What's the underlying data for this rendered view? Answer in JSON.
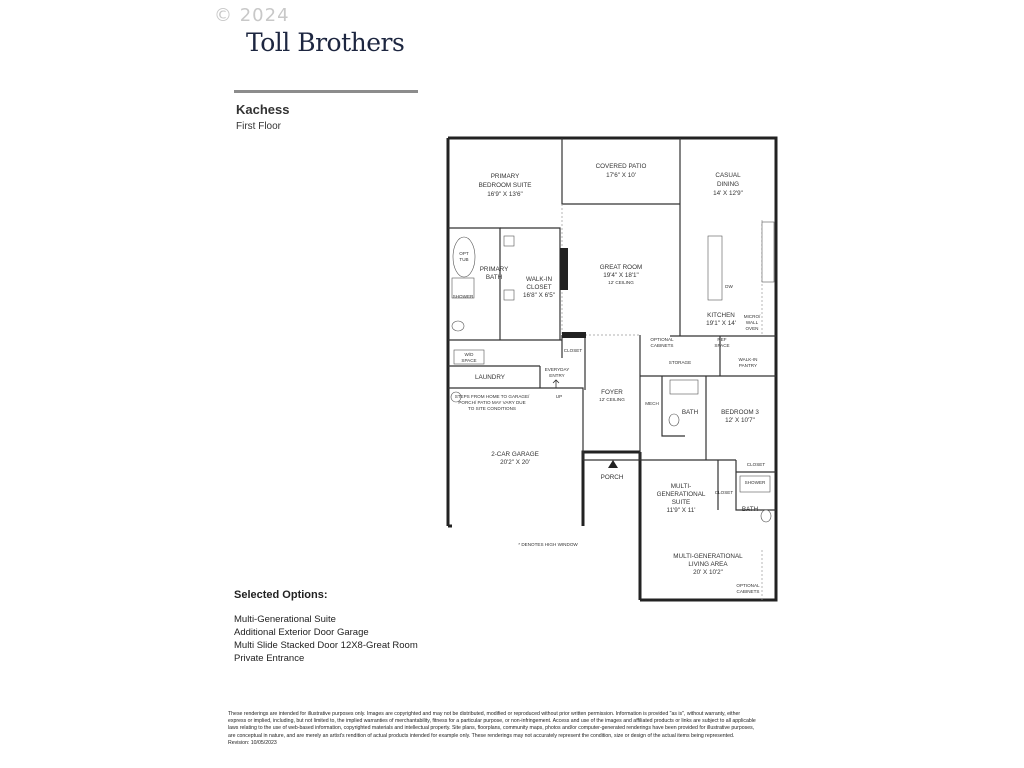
{
  "header": {
    "copyright": "© 2024",
    "brand": "Toll Brothers"
  },
  "plan": {
    "name": "Kachess",
    "floor": "First Floor"
  },
  "rooms": {
    "primary_suite": [
      "PRIMARY",
      "BEDROOM SUITE",
      "16'9\" X 13'6\""
    ],
    "covered_patio": [
      "COVERED PATIO",
      "17'6\" X 10'"
    ],
    "casual_dining": [
      "CASUAL",
      "DINING",
      "14' X 12'9\""
    ],
    "great_room": [
      "GREAT ROOM",
      "19'4\" X 18'1\"",
      "12' CEILING"
    ],
    "primary_bath": [
      "PRIMARY",
      "BATH"
    ],
    "walk_in_closet": [
      "WALK-IN",
      "CLOSET",
      "16'8\" X 6'5\""
    ],
    "kitchen": [
      "KITCHEN",
      "19'1\" X 14'"
    ],
    "micro_oven": [
      "MICRO/",
      "WALL",
      "OVEN"
    ],
    "dw": "DW",
    "ref_space": [
      "REF",
      "SPACE"
    ],
    "optional_cabinets": [
      "OPTIONAL",
      "CABINETS"
    ],
    "storage": "STORAGE",
    "walk_in_pantry": [
      "WALK-IN",
      "PANTRY"
    ],
    "wd_space": [
      "W/D",
      "SPACE"
    ],
    "laundry": "LAUNDRY",
    "closet_top": "CLOSET",
    "everyday_entry": [
      "EVERYDAY",
      "ENTRY"
    ],
    "up": "UP",
    "foyer": [
      "FOYER",
      "12' CEILING"
    ],
    "mech": "MECH",
    "bath": "BATH",
    "bedroom3": [
      "BEDROOM 3",
      "12' X 10'7\""
    ],
    "garage_note": [
      "STEPS FROM HOME TO GARAGE/",
      "PORCH/ PATIO MAY VARY DUE",
      "TO SITE CONDITIONS"
    ],
    "garage": [
      "2-CAR GARAGE",
      "20'2\" X 20'"
    ],
    "porch": "PORCH",
    "multigen_suite": [
      "MULTI-",
      "GENERATIONAL",
      "SUITE",
      "11'9\" X 11'"
    ],
    "closet_mg": "CLOSET",
    "closet_mg2": "CLOSET",
    "shower_mg": "SHOWER",
    "bath_mg": "BATH",
    "multigen_living": [
      "MULTI-GENERATIONAL",
      "LIVING AREA",
      "20' X 10'2\""
    ],
    "optional_cabinets_mg": [
      "OPTIONAL",
      "CABINETS"
    ],
    "high_window_note": "* DENOTES HIGH WINDOW",
    "tub": [
      "OPT",
      "TUB"
    ],
    "shower_primary": "SHOWER"
  },
  "options": {
    "title": "Selected Options:",
    "items": [
      "Multi-Generational Suite",
      "Additional Exterior Door Garage",
      "Multi Slide Stacked Door 12X8-Great Room",
      "Private Entrance"
    ]
  },
  "disclaimer": "These renderings are intended for illustrative purposes only. Images are copyrighted and may not be distributed, modified or reproduced without prior written permission. Information is provided \"as is\", without warranty, either express or implied, including, but not limited to, the implied warranties of merchantability, fitness for a particular purpose, or non-infringement. Access and use of the images and affiliated products or links are subject to all applicable laws relating to the use of web-based information, copyrighted materials and intellectual property. Site plans, floorplans, community maps, photos and/or computer-generated renderings have been provided for illustrative purposes, are conceptual in nature, and are merely an artist's rendition of actual products intended for example only. These renderings may not accurately represent the condition, size or design of the actual items being represented. Revision: 10/05/2023"
}
